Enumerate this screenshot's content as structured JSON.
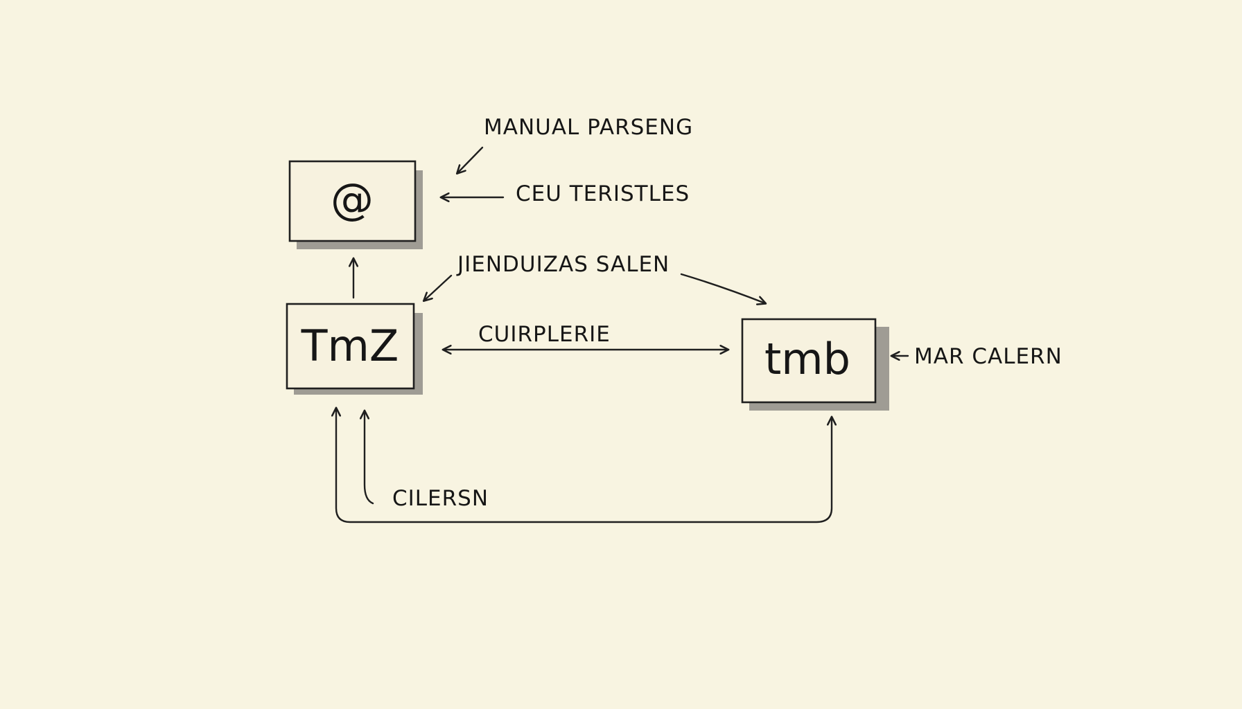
{
  "diagram": {
    "nodes": [
      {
        "id": "at",
        "label": "@"
      },
      {
        "id": "tmz",
        "label": "TmZ"
      },
      {
        "id": "tmb",
        "label": "tmb"
      }
    ],
    "annotations": [
      {
        "id": "manual-parseng",
        "text": "MANUAL PARSENG"
      },
      {
        "id": "ceu-teristles",
        "text": "CEU TERISTLES"
      },
      {
        "id": "jiendurzas-salen",
        "text": "JIENDUIZAS SALEN"
      },
      {
        "id": "cuirplerie",
        "text": "CUIRPLERIE"
      },
      {
        "id": "mar-calern",
        "text": "MAR CALERN"
      },
      {
        "id": "cilersn",
        "text": "CILERSN"
      }
    ],
    "colors": {
      "paper": "#f8f4e1",
      "ink": "#1f1f1f",
      "shadow": "#8f8c86"
    }
  }
}
